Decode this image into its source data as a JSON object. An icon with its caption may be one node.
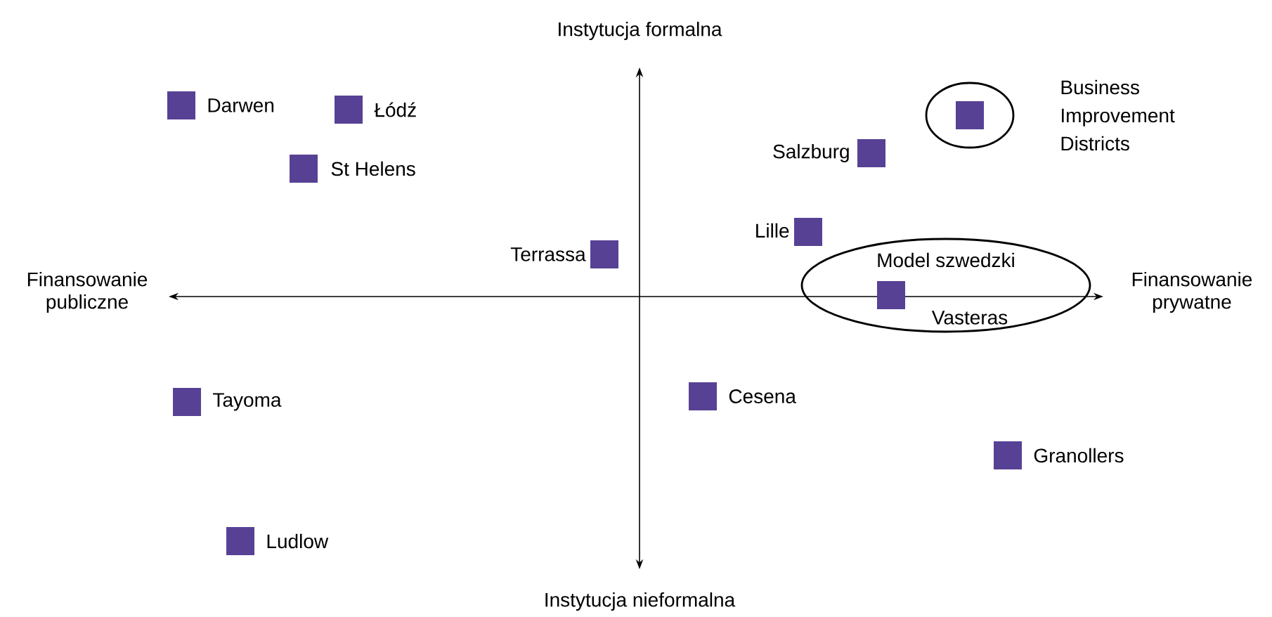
{
  "diagram": {
    "nodes": [
      {
        "text": [],
        "shape": "ellipse",
        "beside": [
          "Business Improvement Districts"
        ]
      },
      {
        "text": [
          "Model szwedzki",
          "Vasteras"
        ]
      }
    ],
    "labels": [
      "Instytucja formalna",
      "Darwen",
      "Łódź",
      "Salzburg",
      "St Helens",
      "Lille",
      "Terrassa",
      "Finansowanie publiczne",
      "Finansowanie prywatne",
      "Tayoma",
      "Cesena",
      "Granollers",
      "Ludlow",
      "Instytucja nieformalna"
    ]
  }
}
